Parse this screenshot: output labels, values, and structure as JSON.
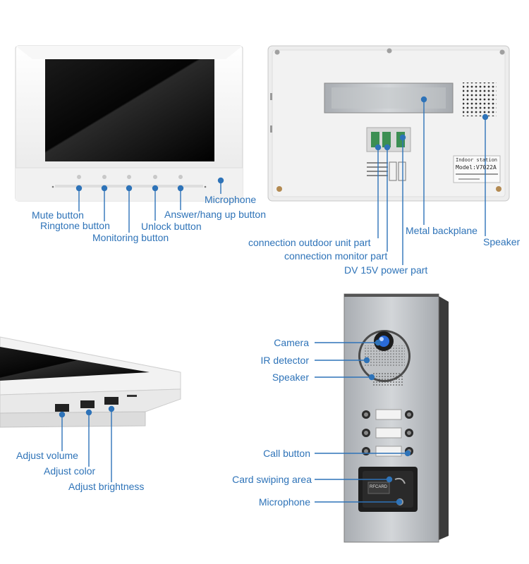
{
  "front_view": {
    "microphone": "Microphone",
    "mute_button": "Mute button",
    "ringtone_button": "Ringtone button",
    "monitoring_button": "Monitoring button",
    "unlock_button": "Unlock button",
    "answer_hangup_button": "Answer/hang up button"
  },
  "back_view": {
    "label_title": "Indoor station",
    "label_model": "Model:V7022A",
    "outdoor_unit_part": "connection outdoor unit part",
    "monitor_part": "connection monitor part",
    "power_part": "DV 15V power part",
    "metal_backplane": "Metal backplane",
    "speaker": "Speaker"
  },
  "side_view": {
    "adjust_volume": "Adjust volume",
    "adjust_color": "Adjust color",
    "adjust_brightness": "Adjust brightness"
  },
  "outdoor_unit": {
    "camera": "Camera",
    "ir_detector": "IR detector",
    "speaker": "Speaker",
    "call_button": "Call button",
    "card_swiping_area": "Card swiping area",
    "microphone": "Microphone",
    "rfcard_text": "RFCARD"
  },
  "colors": {
    "label_blue": "#2e73b8",
    "device_white": "#f4f4f4",
    "panel_silver": "#b9bcc0"
  }
}
